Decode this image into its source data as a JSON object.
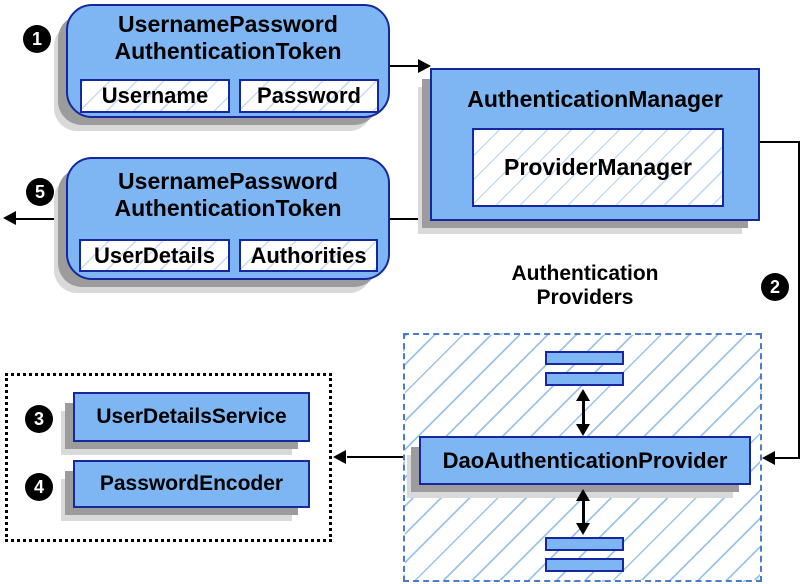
{
  "colors": {
    "node_fill": "#7EB6F4",
    "node_border": "#17279D",
    "hatch_light": "#C6DCF4",
    "hatch_bold": "#9CC3EA",
    "dashed_border": "#4A7CC7",
    "shadow_dark": "#9C9C9C",
    "shadow_light": "#D9D9D9",
    "connector": "#000000",
    "text": "#000000",
    "canvas_bg": "#FFFFFF"
  },
  "badges": {
    "step1": "1",
    "step2": "2",
    "step3": "3",
    "step4": "4",
    "step5": "5"
  },
  "request_token": {
    "title_line1": "UsernamePassword",
    "title_line2": "AuthenticationToken",
    "field1": "Username",
    "field2": "Password"
  },
  "response_token": {
    "title_line1": "UsernamePassword",
    "title_line2": "AuthenticationToken",
    "field1": "UserDetails",
    "field2": "Authorities"
  },
  "auth_manager": {
    "title": "AuthenticationManager",
    "inner": "ProviderManager"
  },
  "providers": {
    "label_line1": "Authentication",
    "label_line2": "Providers",
    "dao": "DaoAuthenticationProvider"
  },
  "services": {
    "user_details_service": "UserDetailsService",
    "password_encoder": "PasswordEncoder"
  }
}
